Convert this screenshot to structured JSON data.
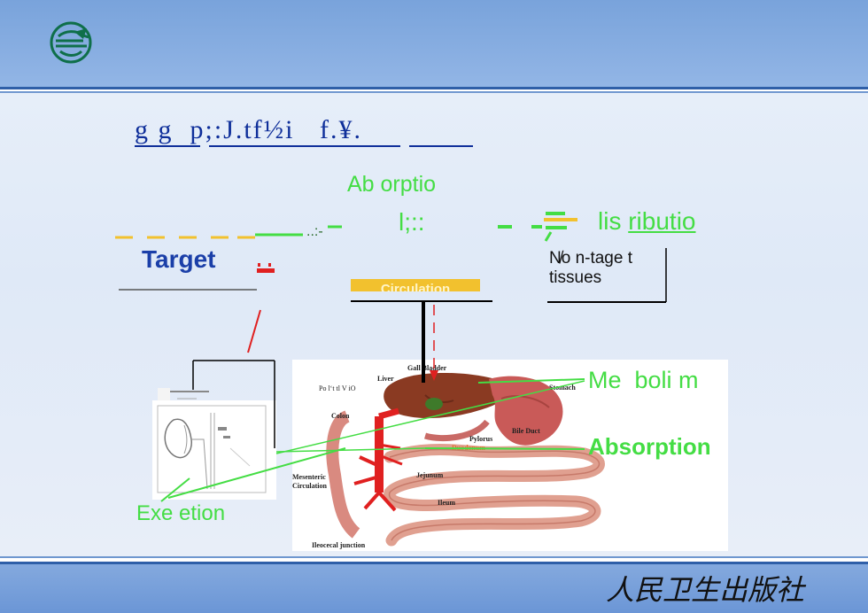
{
  "header": {
    "title": "g g  p;:J.tf½i   f.¥."
  },
  "labels": {
    "absorption_top": "Ab orptio",
    "distribution_prefix": "l",
    "distribution_main": "is ",
    "distribution_underlined": "ributio",
    "target": "Target",
    "non_target_line1": "N̸o n-tage t",
    "non_target_line2": "tissues",
    "circulation": "Circulation",
    "metabolism": "Me  boli m",
    "absorption": "Absorption",
    "excretion": "Exe etion"
  },
  "diagram": {
    "labels": {
      "gall_bladder": "Gall Bladder",
      "liver": "Liver",
      "portal_vein": "Po lʻt tl V iO",
      "stomach": "Stomach",
      "colon": "Colon",
      "bile_duct": "Bile Duct",
      "pylorus": "Pylorus",
      "duodenum": "Duodenum",
      "mesenteric": "Mesenteric",
      "circulation": "Circulation",
      "jejunum": "Jejunum",
      "ileum": "Ileum",
      "ileocecal": "Ileocecal junction"
    }
  },
  "footer": {
    "publisher": "人民卫生出版社"
  },
  "colors": {
    "green": "#44dd44",
    "blue_text": "#1b3fa8",
    "title_blue": "#0f2f9a",
    "band_blue": "#79a3db",
    "red": "#e02020",
    "yellow": "#f2c12e"
  }
}
